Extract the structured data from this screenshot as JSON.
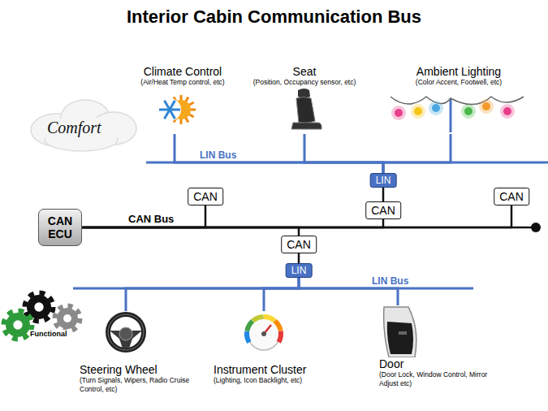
{
  "diagram": {
    "title": "Interior Cabin Communication Bus",
    "nodes": [
      {
        "text": [
          "Climate Control",
          "(Air/Heat Temp control, etc)"
        ]
      },
      {
        "text": [
          "Seat",
          "(Position, Occupancy sensor, etc)"
        ]
      },
      {
        "text": [
          "Ambient Lighting",
          "(Color Accent, Footwell, etc)"
        ]
      },
      {
        "text": [
          "LIN"
        ]
      },
      {
        "text": [
          "CAN"
        ]
      },
      {
        "text": [
          "CAN"
        ]
      },
      {
        "text": [
          "CAN ECU"
        ]
      },
      {
        "text": [
          "CAN"
        ]
      },
      {
        "text": [
          "CAN"
        ]
      },
      {
        "text": [
          "LIN"
        ]
      },
      {
        "text": [
          "Steering Wheel",
          "(Turn Signals, Wipers, Radio Cruise Control, etc)"
        ]
      },
      {
        "text": [
          "Instrument Cluster",
          "(Lighting, Icon Backlight, etc)"
        ]
      },
      {
        "text": [
          "Door",
          "(Door Lock, Window Control, Mirror Adjust etc)"
        ]
      }
    ],
    "edges": [
      {
        "from": 6,
        "to": 4,
        "arrow": "none"
      },
      {
        "from": 6,
        "to": 7,
        "arrow": "none"
      },
      {
        "from": 6,
        "to": 5,
        "arrow": "none"
      },
      {
        "from": 6,
        "to": 8,
        "arrow": "none"
      },
      {
        "from": 7,
        "to": 3,
        "arrow": "none"
      },
      {
        "from": 8,
        "to": 9,
        "arrow": "none"
      },
      {
        "from": 3,
        "to": 0,
        "arrow": "none"
      },
      {
        "from": 3,
        "to": 1,
        "arrow": "none"
      },
      {
        "from": 3,
        "to": 2,
        "arrow": "none"
      },
      {
        "from": 9,
        "to": 10,
        "arrow": "none"
      },
      {
        "from": 9,
        "to": 11,
        "arrow": "none"
      },
      {
        "from": 9,
        "to": 12,
        "arrow": "none"
      }
    ],
    "labels": [
      "Comfort",
      "LIN Bus",
      "CAN Bus",
      "LIN Bus",
      "Functional"
    ]
  }
}
